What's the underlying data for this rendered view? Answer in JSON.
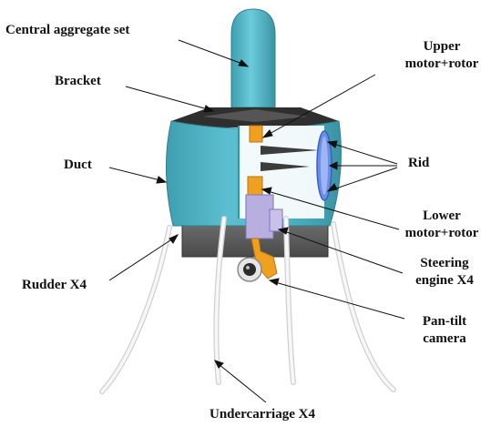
{
  "labels": {
    "central": "Central aggregate set",
    "bracket": "Bracket",
    "duct": "Duct",
    "rudder": "Rudder X4",
    "undercarriage": "Undercarriage X4",
    "upper_motor_line1": "Upper",
    "upper_motor_line2": "motor+rotor",
    "rid": "Rid",
    "lower_motor_line1": "Lower",
    "lower_motor_line2": "motor+rotor",
    "steering_line1": "Steering",
    "steering_line2": "engine X4",
    "pantilt_line1": "Pan-tilt",
    "pantilt_line2": "camera"
  },
  "colors": {
    "body_cyan": "#4fb4c4",
    "body_cyan_dark": "#3a93a3",
    "bracket_dark": "#3a3a3a",
    "base_gray": "#5a5a5a",
    "motor_orange": "#f0a020",
    "motor_lavender": "#b8aee0",
    "rid_blue": "#6a8fe8",
    "leg_white": "#f4f4f4"
  }
}
